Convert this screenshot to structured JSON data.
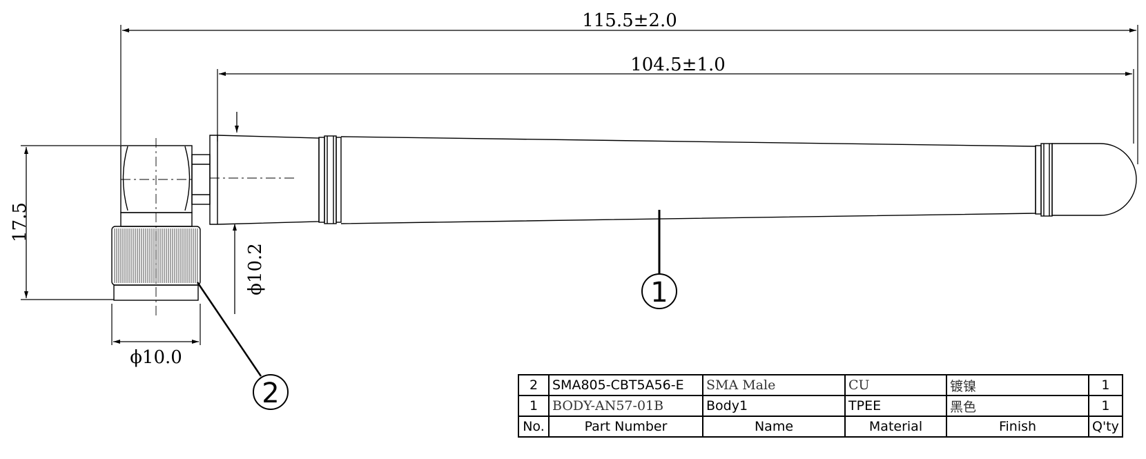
{
  "dimensions": {
    "overall_length": "115.5±2.0",
    "body_length": "104.5±1.0",
    "connector_height": "17.5",
    "body_diameter": "ϕ10.2",
    "nut_diameter": "ϕ10.0"
  },
  "callouts": {
    "body": "1",
    "connector": "2"
  },
  "bom": {
    "headers": {
      "no": "No.",
      "part_number": "Part Number",
      "name": "Name",
      "material": "Material",
      "finish": "Finish",
      "qty": "Q'ty"
    },
    "rows": [
      {
        "no": "2",
        "part_number": "SMA805-CBT5A56-E",
        "name": "SMA Male",
        "material": "CU",
        "finish": "镀镍",
        "qty": "1"
      },
      {
        "no": "1",
        "part_number": "BODY-AN57-01B",
        "name": "Body1",
        "material": "TPEE",
        "finish": "黑色",
        "qty": "1"
      }
    ]
  }
}
